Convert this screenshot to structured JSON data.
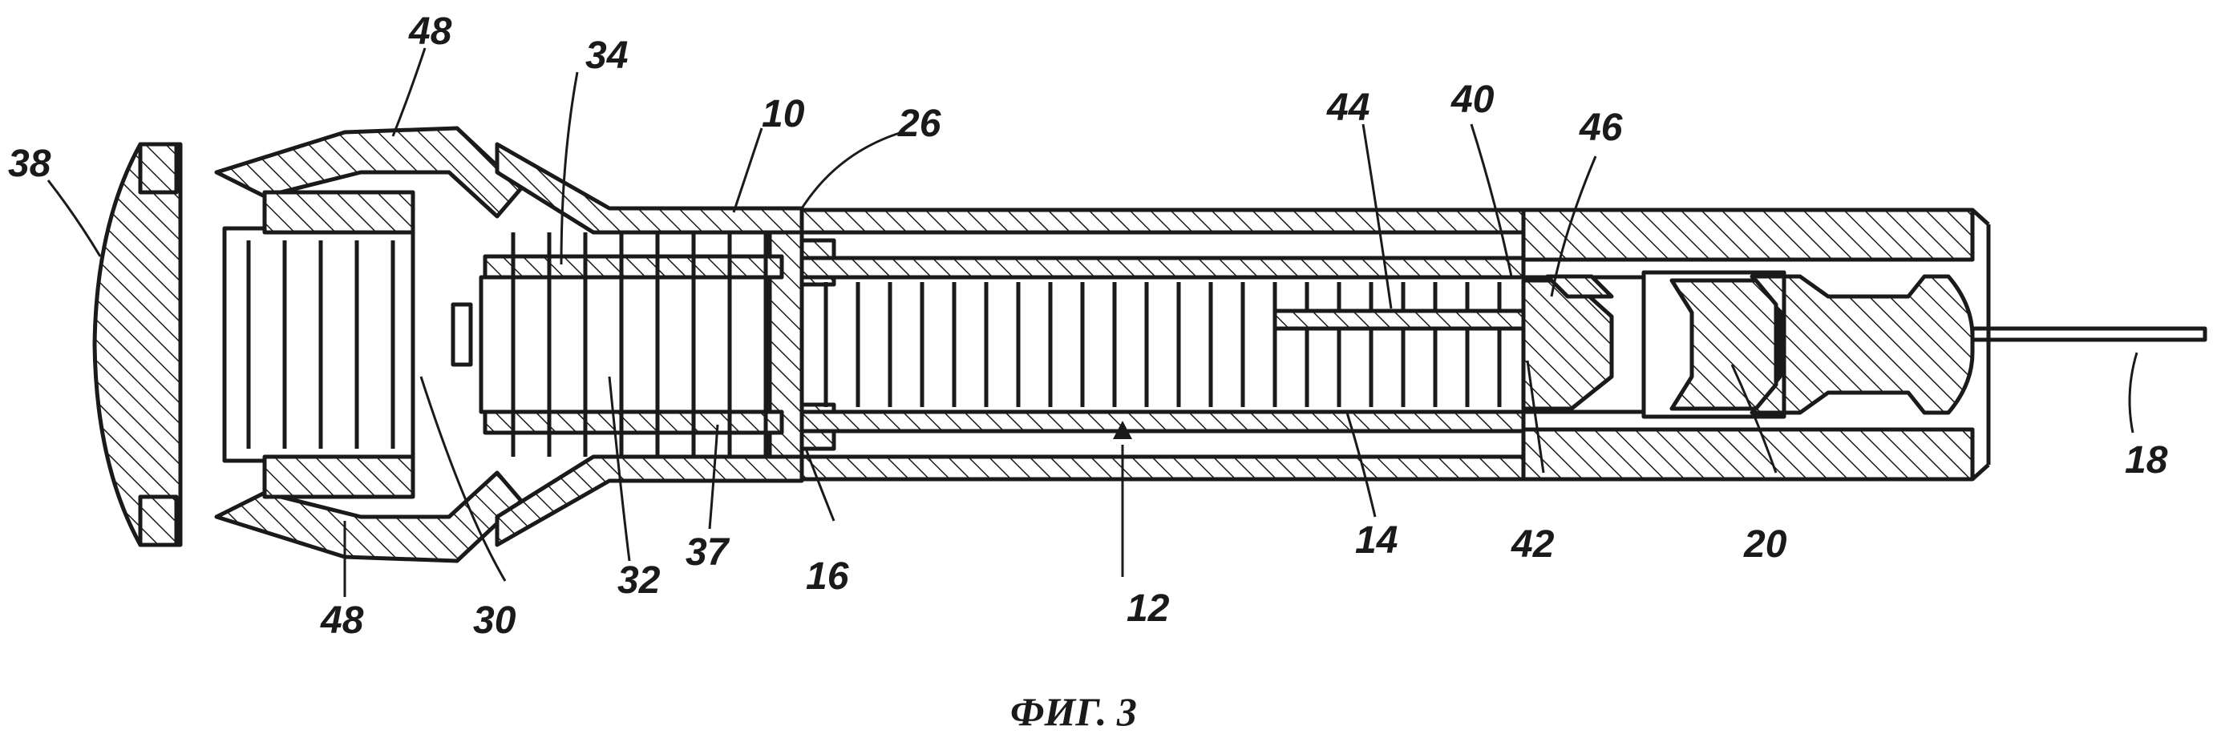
{
  "figure": {
    "caption": "ФИГ. 3",
    "labels": {
      "l38": "38",
      "l48_top": "48",
      "l34": "34",
      "l10": "10",
      "l26": "26",
      "l44": "44",
      "l40": "40",
      "l46": "46",
      "l18": "18",
      "l20": "20",
      "l42": "42",
      "l14": "14",
      "l12": "12",
      "l16": "16",
      "l37": "37",
      "l32": "32",
      "l30": "30",
      "l48_bottom": "48"
    }
  }
}
